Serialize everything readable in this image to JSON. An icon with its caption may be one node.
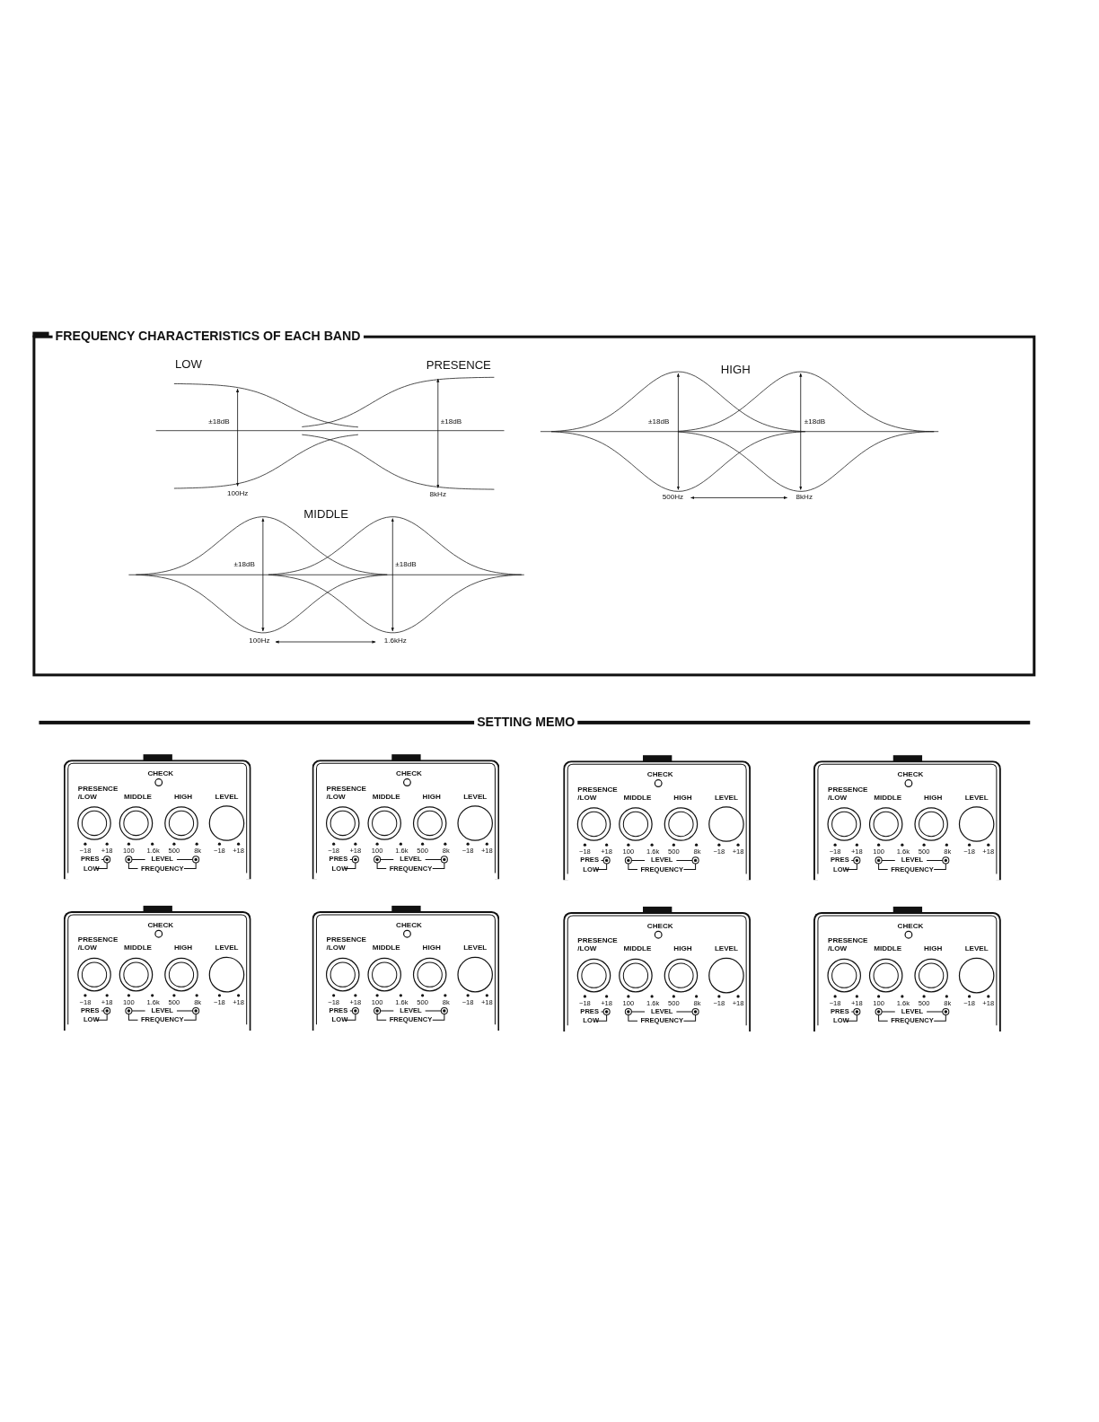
{
  "diagram": {
    "nodes": [
      {
        "text": [
          "FREQUENCY CHARACTERISTICS OF EACH BAND",
          "LOW",
          "PRESENCE",
          "±18dB",
          "±18dB",
          "100Hz",
          "8kHz",
          "HIGH",
          "±18dB",
          "±18dB",
          "500Hz",
          "8kHz",
          "MIDDLE",
          "±18dB",
          "±18dB",
          "100Hz",
          "1.6kHz"
        ]
      },
      {
        "text": [
          "CHECK",
          "PRESENCE /LOW",
          "MIDDLE",
          "HIGH",
          "LEVEL",
          "−18",
          "+18",
          "100",
          "1.6k",
          "500",
          "8k",
          "−18",
          "+18",
          "PRES",
          "LOW",
          "LEVEL",
          "FREQUENCY"
        ]
      },
      {
        "text": [
          "CHECK",
          "PRESENCE /LOW",
          "MIDDLE",
          "HIGH",
          "LEVEL",
          "−18",
          "+18",
          "100",
          "1.6k",
          "500",
          "8k",
          "−18",
          "+18",
          "PRES",
          "LOW",
          "LEVEL",
          "FREQUENCY"
        ]
      },
      {
        "text": [
          "CHECK",
          "PRESENCE /LOW",
          "MIDDLE",
          "HIGH",
          "LEVEL",
          "−18",
          "+18",
          "100",
          "1.6k",
          "500",
          "8k",
          "−18",
          "+18",
          "PRES",
          "LOW",
          "LEVEL",
          "FREQUENCY"
        ]
      },
      {
        "text": [
          "CHECK",
          "PRESENCE /LOW",
          "MIDDLE",
          "HIGH",
          "LEVEL",
          "−18",
          "+18",
          "100",
          "1.6k",
          "500",
          "8k",
          "−18",
          "+18",
          "PRES",
          "LOW",
          "LEVEL",
          "FREQUENCY"
        ]
      },
      {
        "text": [
          "CHECK",
          "PRESENCE /LOW",
          "MIDDLE",
          "HIGH",
          "LEVEL",
          "−18",
          "+18",
          "100",
          "1.6k",
          "500",
          "8k",
          "−18",
          "+18",
          "PRES",
          "LOW",
          "LEVEL",
          "FREQUENCY"
        ]
      },
      {
        "text": [
          "CHECK",
          "PRESENCE /LOW",
          "MIDDLE",
          "HIGH",
          "LEVEL",
          "−18",
          "+18",
          "100",
          "1.6k",
          "500",
          "8k",
          "−18",
          "+18",
          "PRES",
          "LOW",
          "LEVEL",
          "FREQUENCY"
        ]
      },
      {
        "text": [
          "CHECK",
          "PRESENCE /LOW",
          "MIDDLE",
          "HIGH",
          "LEVEL",
          "−18",
          "+18",
          "100",
          "1.6k",
          "500",
          "8k",
          "−18",
          "+18",
          "PRES",
          "LOW",
          "LEVEL",
          "FREQUENCY"
        ]
      },
      {
        "text": [
          "CHECK",
          "PRESENCE /LOW",
          "MIDDLE",
          "HIGH",
          "LEVEL",
          "−18",
          "+18",
          "100",
          "1.6k",
          "500",
          "8k",
          "−18",
          "+18",
          "PRES",
          "LOW",
          "LEVEL",
          "FREQUENCY"
        ]
      }
    ],
    "labels": [
      "SETTING MEMO"
    ]
  }
}
